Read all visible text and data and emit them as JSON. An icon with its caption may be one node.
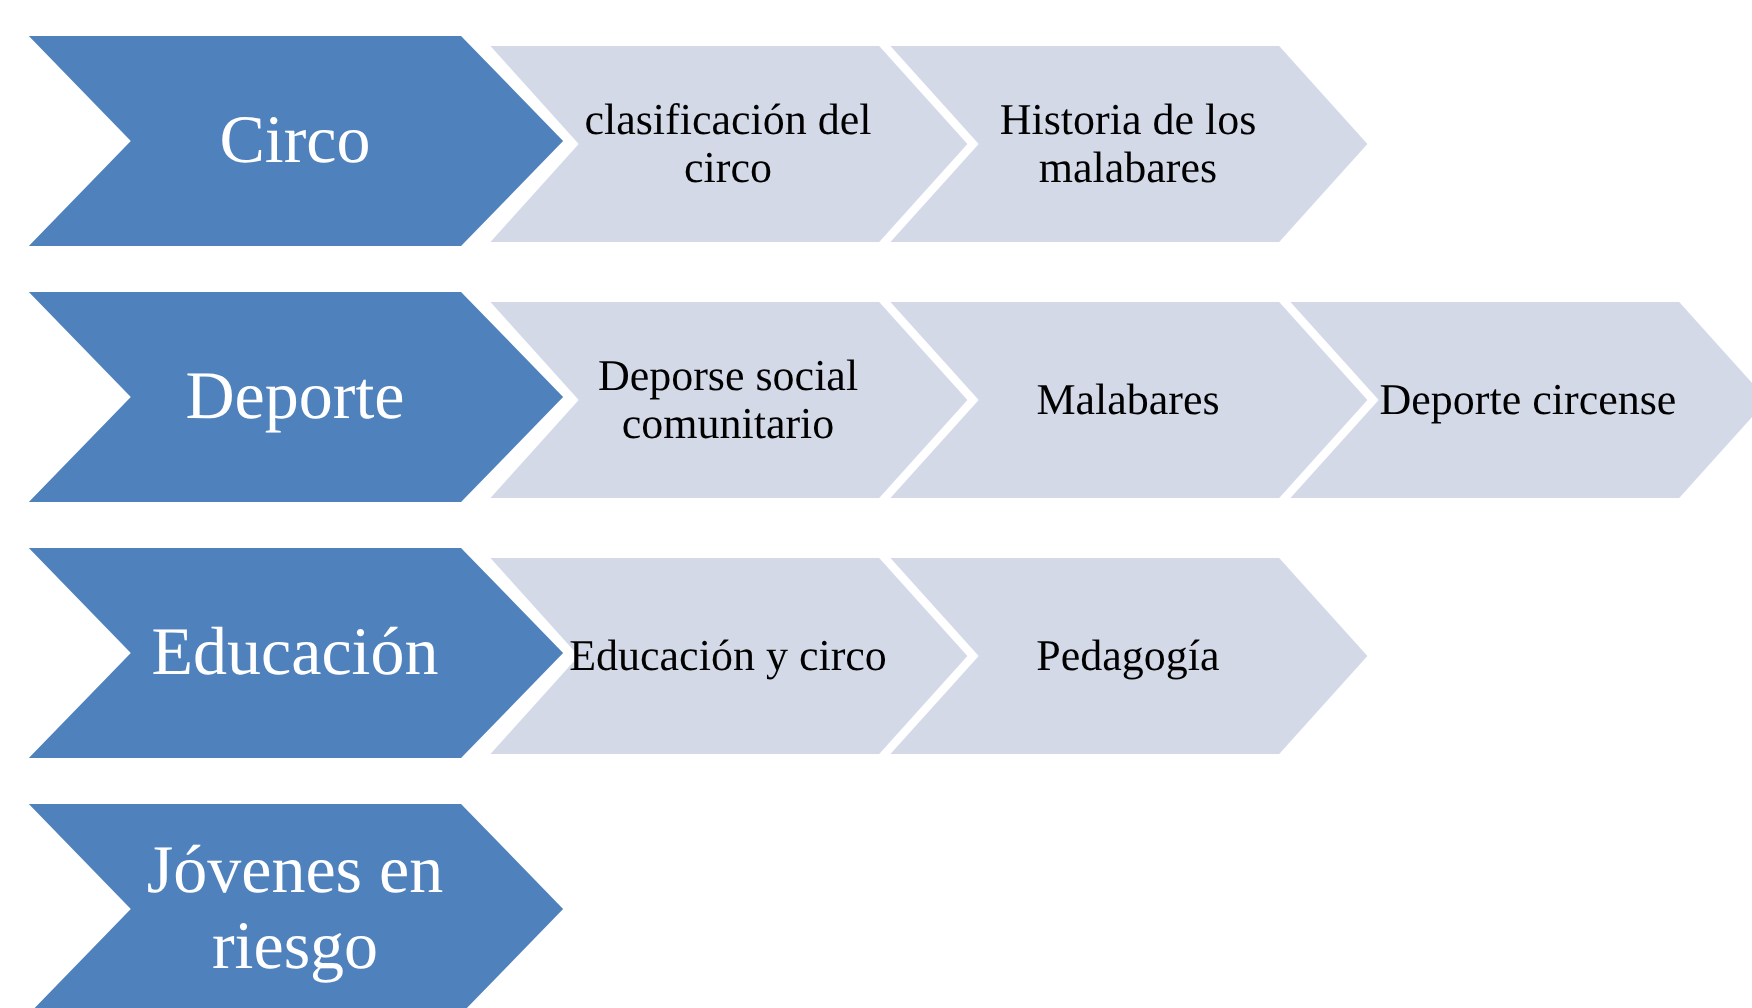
{
  "diagram": {
    "nodes": [
      {
        "text": [
          "Circo"
        ]
      },
      {
        "text": [
          "clasificación del circo"
        ]
      },
      {
        "text": [
          "Historia de los malabares"
        ]
      },
      {
        "text": [
          "Deporte"
        ]
      },
      {
        "text": [
          "Deporse social comunitario"
        ]
      },
      {
        "text": [
          "Malabares"
        ]
      },
      {
        "text": [
          "Deporte circense"
        ]
      },
      {
        "text": [
          "Educación"
        ]
      },
      {
        "text": [
          "Educación y circo"
        ]
      },
      {
        "text": [
          "Pedagogía"
        ]
      },
      {
        "text": [
          "Jóvenes en riesgo"
        ]
      }
    ]
  }
}
